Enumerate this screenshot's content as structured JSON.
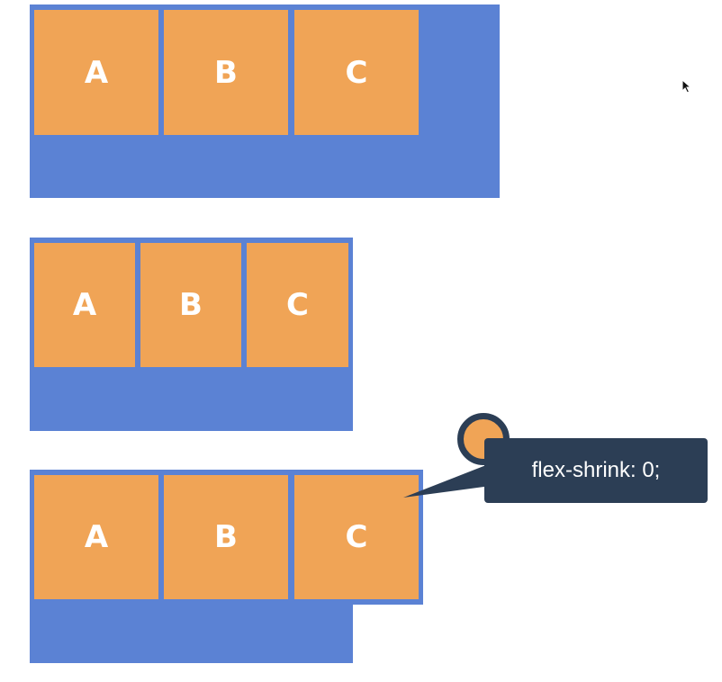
{
  "diagrams": [
    {
      "items": [
        "A",
        "B",
        "C"
      ]
    },
    {
      "items": [
        "A",
        "B",
        "C"
      ]
    },
    {
      "items": [
        "A",
        "B",
        "C"
      ]
    }
  ],
  "callout": {
    "text": "flex-shrink: 0;"
  },
  "colors": {
    "container": "#5b82d4",
    "item": "#f0a456",
    "callout_bg": "#2c3e55",
    "text": "#ffffff"
  },
  "icons": {
    "pointer": "mouse-cursor-icon"
  }
}
